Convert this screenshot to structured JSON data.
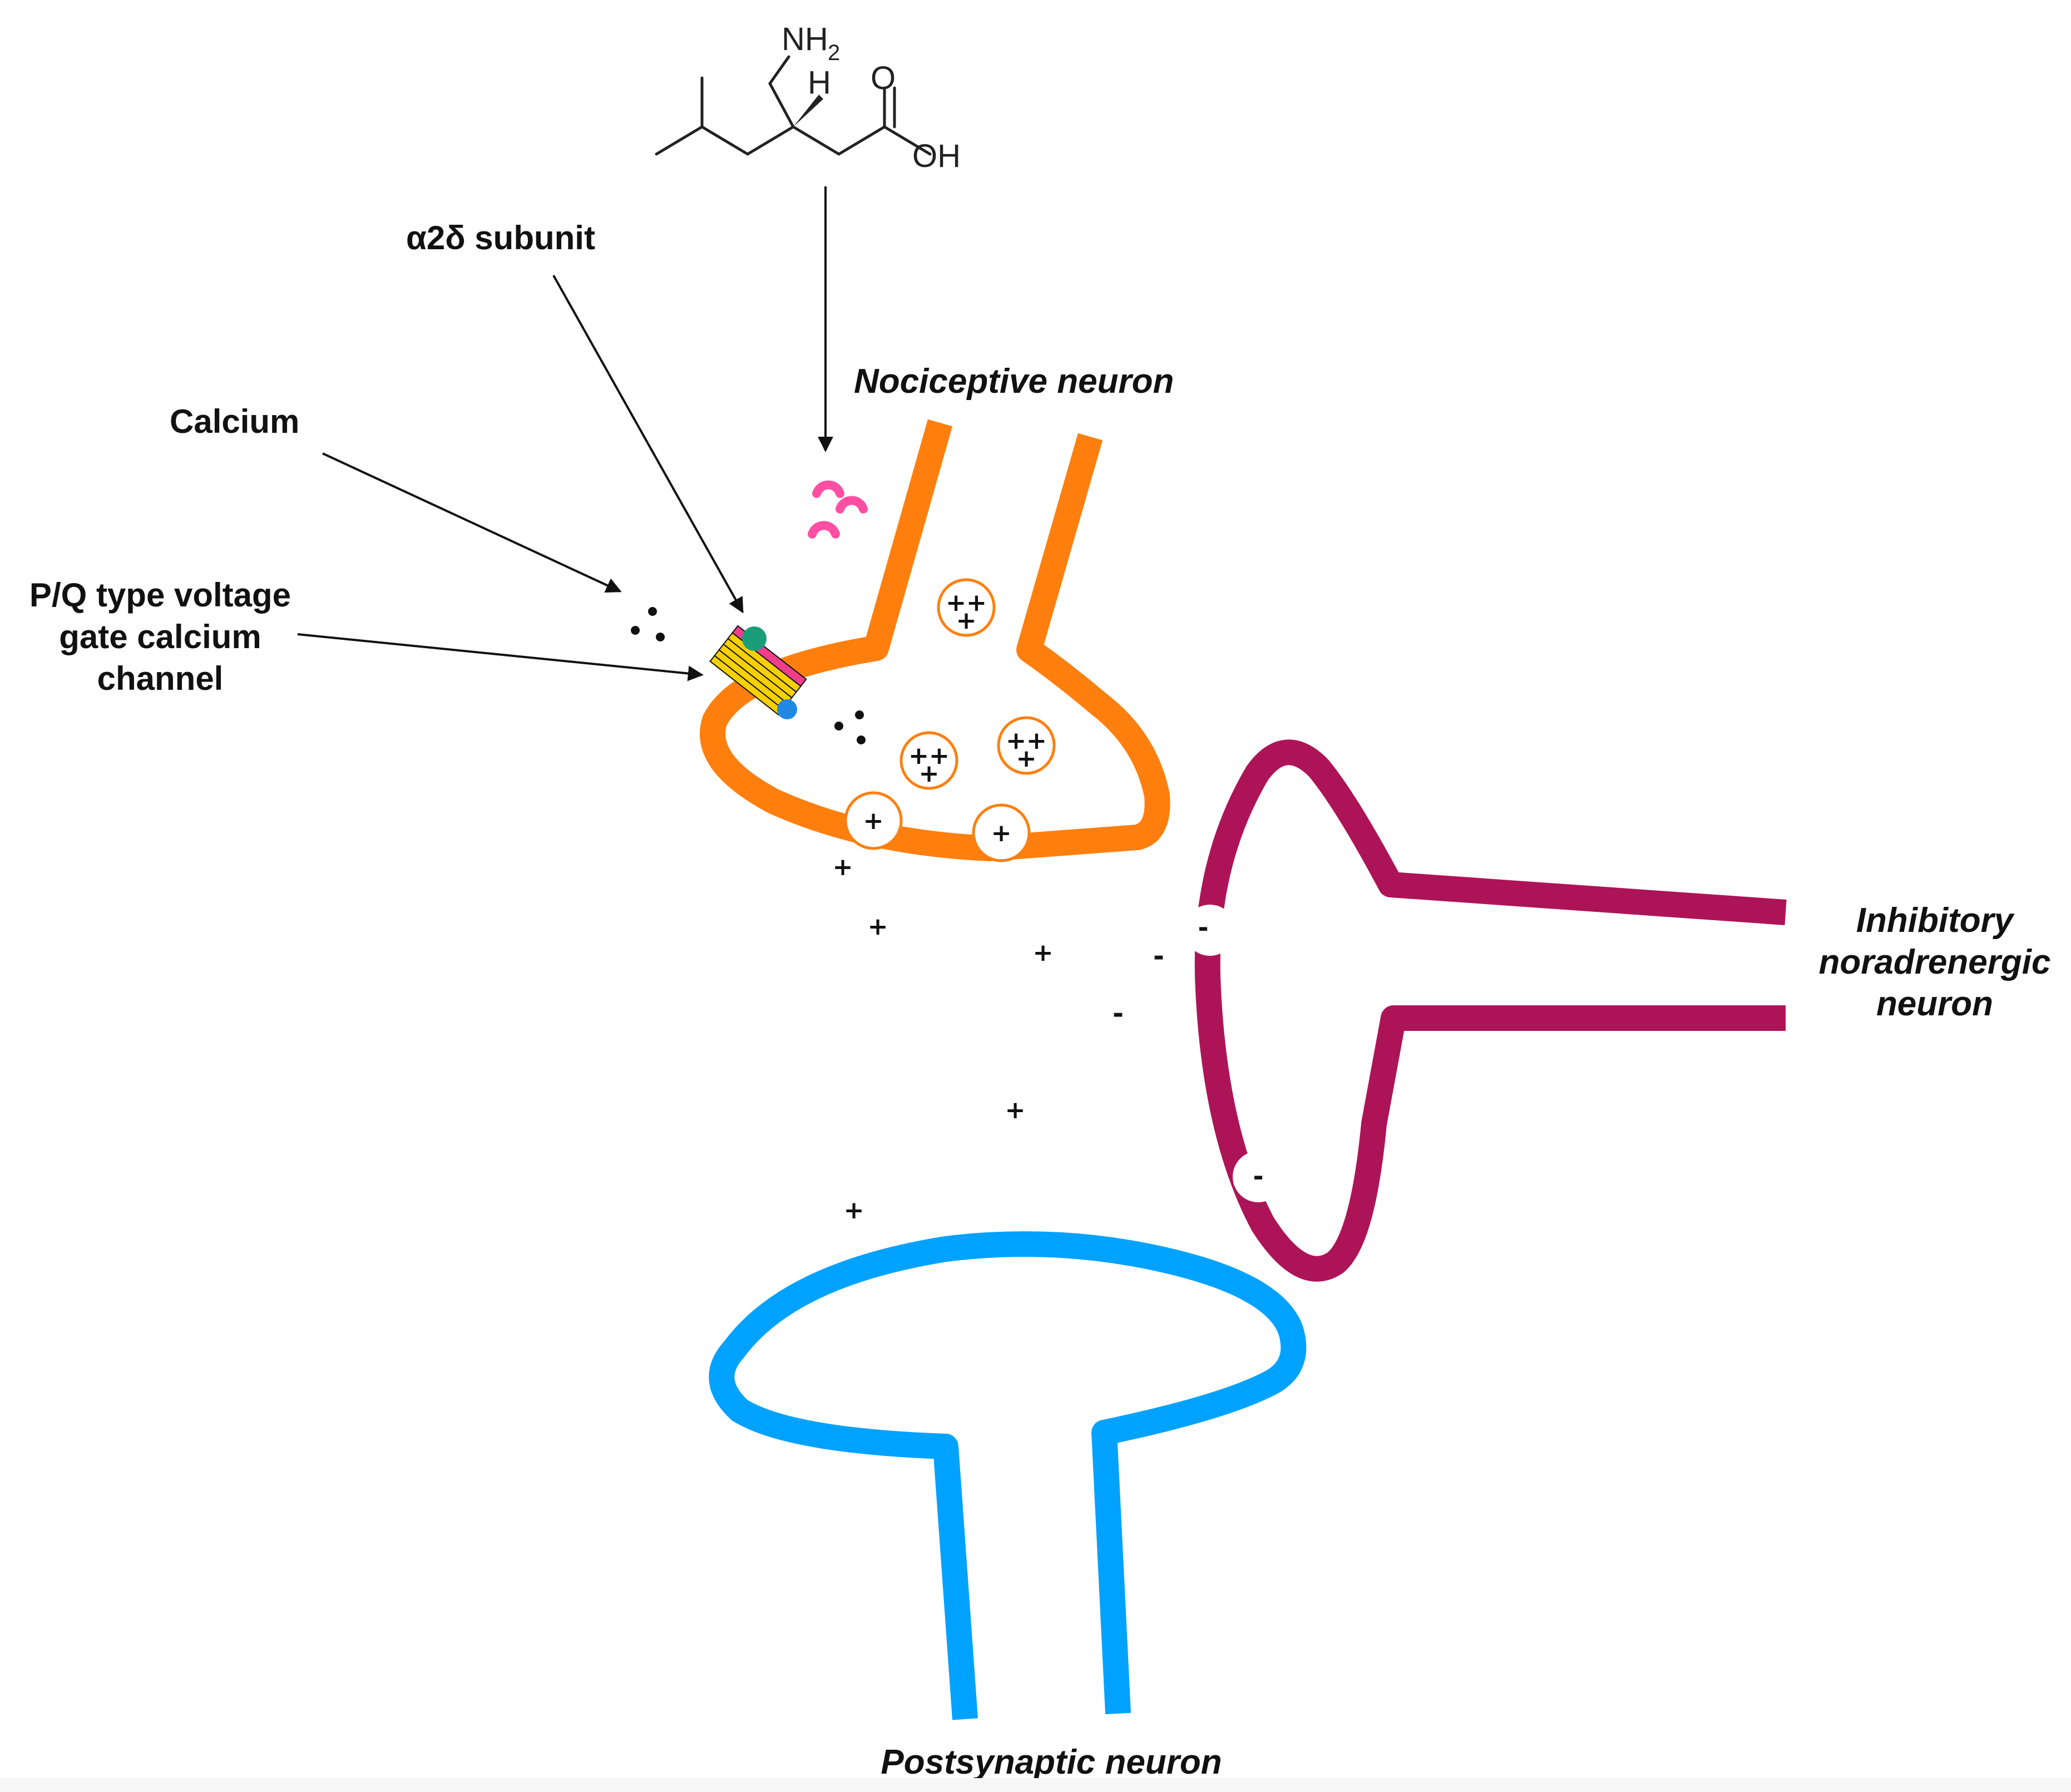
{
  "labels": {
    "alpha2delta": "α2δ subunit",
    "calcium": "Calcium",
    "pq_line1": "P/Q type voltage",
    "pq_line2": "gate calcium",
    "pq_line3": "channel",
    "nociceptive": "Nociceptive neuron",
    "inhibitory_line1": "Inhibitory",
    "inhibitory_line2": "noradrenergic",
    "inhibitory_line3": "neuron",
    "postsynaptic": "Postsynaptic neuron"
  },
  "molecule": {
    "nh2": "NH",
    "nh2_sub": "2",
    "h": "H",
    "o": "O",
    "oh": "OH"
  },
  "signs": {
    "plus": "+",
    "plusplus": "++",
    "minus": "-"
  },
  "colors": {
    "nociceptive": "#ff7f0e",
    "inhibitory": "#ad1457",
    "postsynaptic": "#00a2ff",
    "drug": "#ff4fa3",
    "channel_teal": "#1a9e7a",
    "channel_yellow": "#f6d000",
    "channel_pink": "#ee3e8c",
    "channel_blue": "#1e88e5"
  }
}
